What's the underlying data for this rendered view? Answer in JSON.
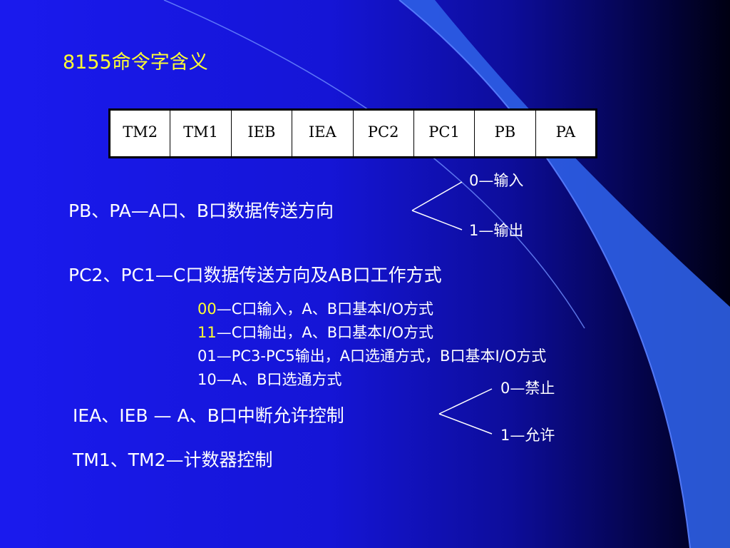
{
  "title": "8155命令字含义",
  "register_bits": [
    "TM2",
    "TM1",
    "IEB",
    "IEA",
    "PC2",
    "PC1",
    "PB",
    "PA"
  ],
  "pbpa": {
    "text": "PB、PA—A口、B口数据传送方向",
    "opt0": "0—输入",
    "opt1": "1—输出"
  },
  "pc": {
    "text": "PC2、PC1—C口数据传送方向及AB口工作方式",
    "modes": [
      {
        "code": "00",
        "desc": "—C口输入，A、B口基本I/O方式"
      },
      {
        "code": "11",
        "desc": "—C口输出，A、B口基本I/O方式"
      },
      {
        "code": "01",
        "desc": "—PC3-PC5输出，A口选通方式，B口基本I/O方式"
      },
      {
        "code": "10",
        "desc": "—A、B口选通方式"
      }
    ]
  },
  "interrupt": {
    "text": "IEA、IEB — A、B口中断允许控制",
    "opt0": "0—禁止",
    "opt1": "1—允许"
  },
  "timer": {
    "text": "TM1、TM2—计数器控制"
  },
  "colors": {
    "background": "#1a1aee",
    "title": "#ffff33",
    "highlight_code": "#ffff33",
    "text": "#ffffff",
    "curve": "#3a6ff0"
  }
}
